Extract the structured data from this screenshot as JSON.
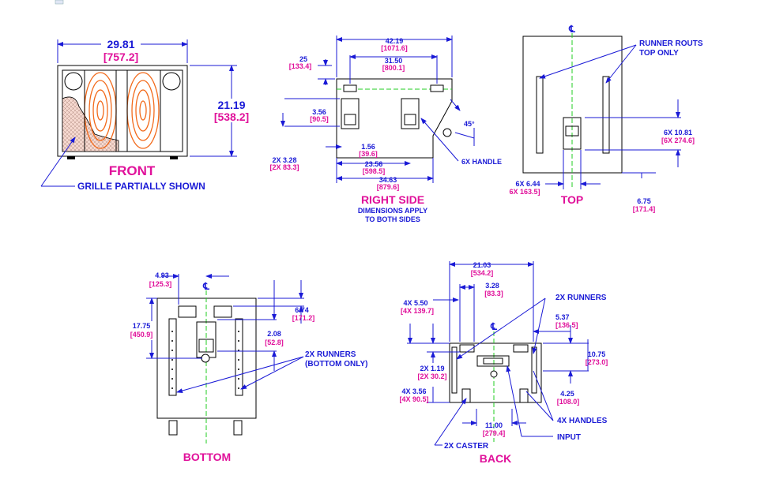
{
  "views": {
    "front": {
      "title": "FRONT",
      "note": "GRILLE PARTIALLY SHOWN",
      "width_in": "29.81",
      "width_mm": "[757.2]",
      "height_in": "21.19",
      "height_mm": "[538.2]"
    },
    "right_side": {
      "title": "RIGHT SIDE",
      "note_line1": "DIMENSIONS APPLY",
      "note_line2": "TO BOTH SIDES",
      "d1_in": "42.19",
      "d1_mm": "[1071.6]",
      "d2_in": "31.50",
      "d2_mm": "[800.1]",
      "d3_in": "25",
      "d3_mm": "[133.4]",
      "d4_in": "3.56",
      "d4_mm": "[90.5]",
      "d5_in": "2X 3.28",
      "d5_mm": "[2X 83.3]",
      "d6_in": "1.56",
      "d6_mm": "[39.6]",
      "d7_in": "23.56",
      "d7_mm": "[598.5]",
      "d8_in": "34.63",
      "d8_mm": "[879.6]",
      "angle": "45°",
      "handle_label": "6X HANDLE"
    },
    "top": {
      "title": "TOP",
      "centerline": "℄",
      "runner_line1": "RUNNER ROUTS",
      "runner_line2": "TOP ONLY",
      "d1_in": "6X 10.81",
      "d1_mm": "[6X 274.6]",
      "d2_in": "6X 6.44",
      "d2_mm": "6X 163.5]",
      "d3_in": "6.75",
      "d3_mm": "[171.4]"
    },
    "bottom": {
      "title": "BOTTOM",
      "centerline": "℄",
      "d1_in": "4.93",
      "d1_mm": "[125.3]",
      "d2_in": "6.74",
      "d2_mm": "[171.2]",
      "d3_in": "17.75",
      "d3_mm": "[450.9]",
      "d4_in": "2.08",
      "d4_mm": "[52.8]",
      "runners_line1": "2X RUNNERS",
      "runners_line2": "(BOTTOM ONLY)"
    },
    "back": {
      "title": "BACK",
      "centerline": "℄",
      "d1_in": "21.03",
      "d1_mm": "[534.2]",
      "d2_in": "3.28",
      "d2_mm": "[83.3]",
      "d3_in": "4X 5.50",
      "d3_mm": "[4X 139.7]",
      "d4_in": "5.37",
      "d4_mm": "[136.5]",
      "d5_in": "10.75",
      "d5_mm": "[273.0]",
      "d6_in": "2X 1.19",
      "d6_mm": "[2X 30.2]",
      "d7_in": "4.25",
      "d7_mm": "[108.0]",
      "d8_in": "4X 3.56",
      "d8_mm": "[4X 90.5]",
      "d9_in": "11.00",
      "d9_mm": "[279.4]",
      "runners": "2X RUNNERS",
      "handles": "4X HANDLES",
      "input": "INPUT",
      "caster": "2X CASTER"
    }
  }
}
